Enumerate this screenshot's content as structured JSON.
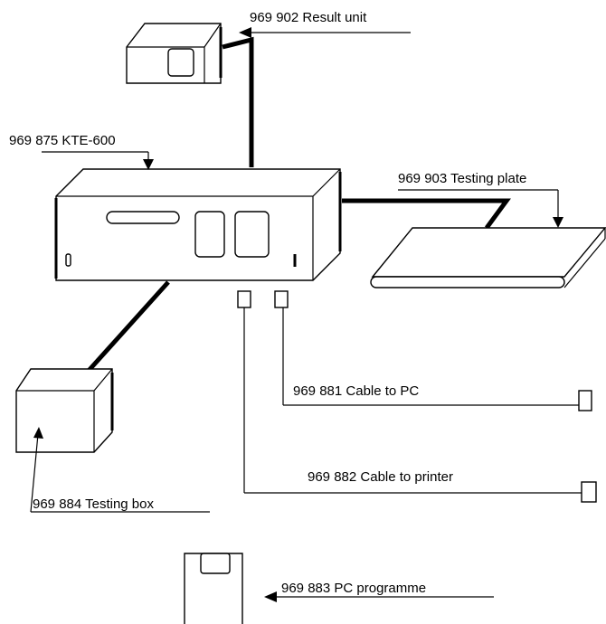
{
  "labels": {
    "result_unit": "969 902 Result unit",
    "kte": "969 875 KTE-600",
    "testing_plate": "969 903 Testing plate",
    "cable_pc": "969 881 Cable to PC",
    "cable_printer": "969 882 Cable to printer",
    "testing_box": "969 884 Testing box",
    "pc_programme": "969 883 PC programme"
  }
}
